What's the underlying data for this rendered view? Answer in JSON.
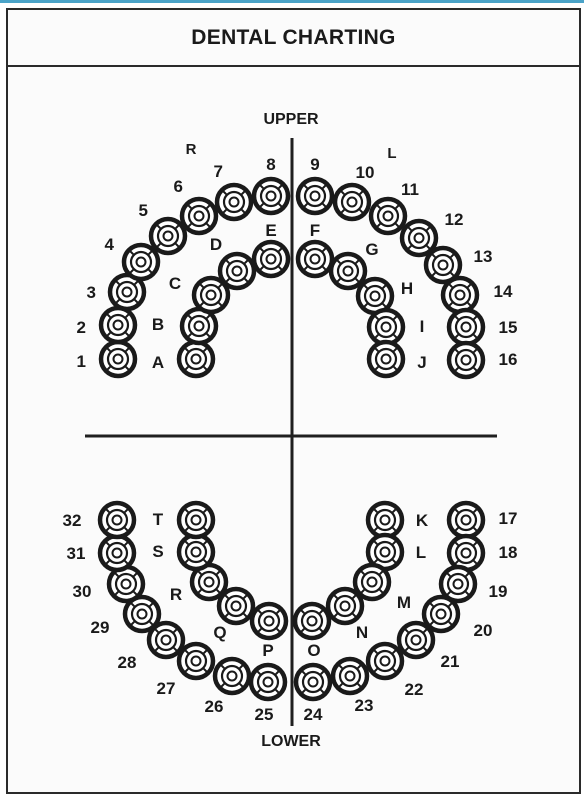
{
  "title": "DENTAL CHARTING",
  "arch_labels": {
    "upper": "UPPER",
    "lower": "LOWER",
    "right": "R",
    "left": "L"
  },
  "teeth": {
    "1": "1",
    "2": "2",
    "3": "3",
    "4": "4",
    "5": "5",
    "6": "6",
    "7": "7",
    "8": "8",
    "9": "9",
    "10": "10",
    "11": "11",
    "12": "12",
    "13": "13",
    "14": "14",
    "15": "15",
    "16": "16",
    "17": "17",
    "18": "18",
    "19": "19",
    "20": "20",
    "21": "21",
    "22": "22",
    "23": "23",
    "24": "24",
    "25": "25",
    "26": "26",
    "27": "27",
    "28": "28",
    "29": "29",
    "30": "30",
    "31": "31",
    "32": "32",
    "A": "A",
    "B": "B",
    "C": "C",
    "D": "D",
    "E": "E",
    "F": "F",
    "G": "G",
    "H": "H",
    "I": "I",
    "J": "J",
    "K": "K",
    "L": "L",
    "M": "M",
    "N": "N",
    "O": "O",
    "P": "P",
    "Q": "Q",
    "R": "R",
    "S": "S",
    "T": "T"
  }
}
